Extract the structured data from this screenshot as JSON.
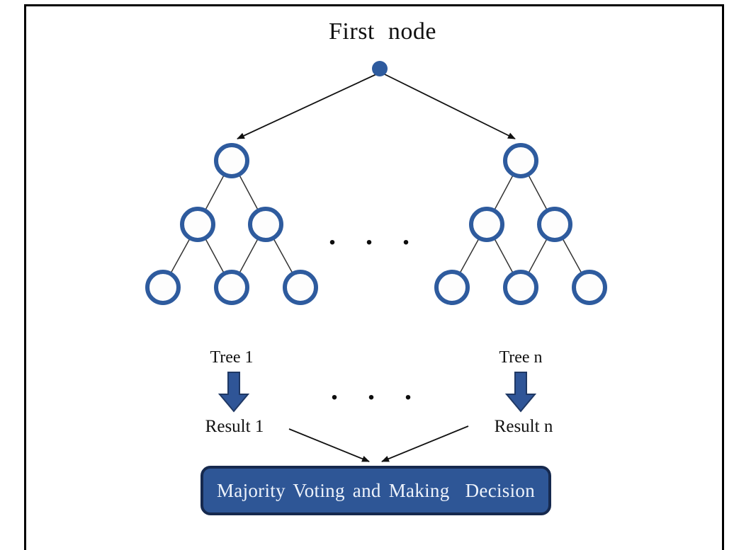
{
  "diagram": {
    "kind": "random-forest-decision-tree-ensemble",
    "title": "First node",
    "trees": [
      {
        "label": "Tree 1",
        "result_label": "Result 1",
        "node_counts_per_level": [
          1,
          2,
          3
        ]
      },
      {
        "label": "Tree n",
        "result_label": "Result n",
        "node_counts_per_level": [
          1,
          2,
          3
        ]
      }
    ],
    "ellipsis": ". . .",
    "decision_box": {
      "label": "Majority Voting and Making  Decision"
    },
    "colors": {
      "node_stroke": "#2e5b9e",
      "root_dot_fill": "#2e5b9e",
      "block_arrow_fill": "#2f5597",
      "block_arrow_stroke": "#1f3864",
      "decision_box_fill": "#2e5696",
      "decision_box_border": "#16294e",
      "decision_box_text": "#eef3fb",
      "connector_line": "#111111",
      "frame_border": "#000000",
      "text": "#111111"
    }
  }
}
